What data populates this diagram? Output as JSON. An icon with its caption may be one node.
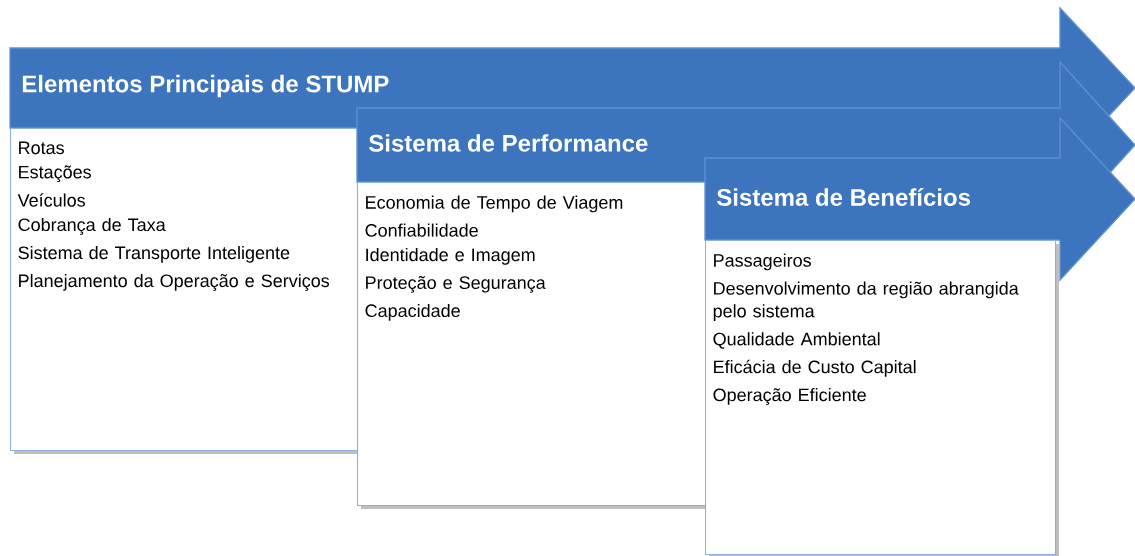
{
  "diagram": {
    "nodes": [
      {
        "text": [
          "Elementos Principais de STUMP"
        ]
      },
      {
        "text": [
          "Rotas",
          "Estações",
          "Veículos",
          "Cobrança de Taxa",
          "Sistema de Transporte Inteligente",
          "Planejamento da Operação e Serviços"
        ]
      },
      {
        "text": [
          "Sistema de Performance"
        ]
      },
      {
        "text": [
          "Economia de Tempo de Viagem",
          "Confiabilidade",
          "Identidade e Imagem",
          "Proteção e Segurança",
          "Capacidade"
        ]
      },
      {
        "text": [
          "Sistema de Benefícios"
        ]
      },
      {
        "text": [
          "Passageiros",
          "Desenvolvimento da região abrangida pelo sistema",
          "Qualidade Ambiental",
          "Eficácia de Custo Capital",
          "Operação Eficiente"
        ]
      }
    ]
  }
}
